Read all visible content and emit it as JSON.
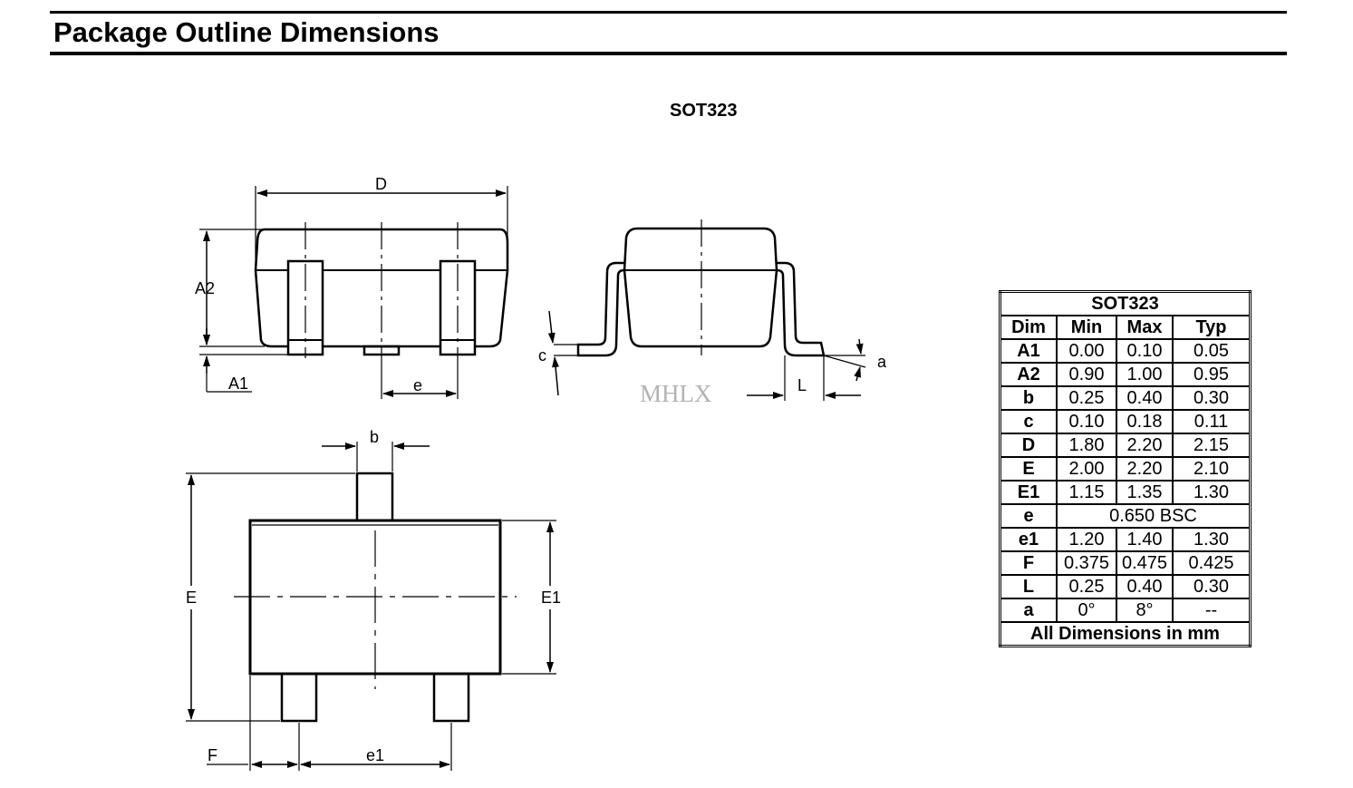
{
  "header": {
    "title": "Package Outline Dimensions"
  },
  "diagram": {
    "title": "SOT323",
    "watermark": "MHLX",
    "labels": {
      "D": "D",
      "A2": "A2",
      "A1": "A1",
      "e": "e",
      "c": "c",
      "L": "L",
      "a": "a",
      "b": "b",
      "E": "E",
      "E1": "E1",
      "F": "F",
      "e1": "e1"
    }
  },
  "table": {
    "title": "SOT323",
    "columns": [
      "Dim",
      "Min",
      "Max",
      "Typ"
    ],
    "rows": [
      {
        "dim": "A1",
        "min": "0.00",
        "max": "0.10",
        "typ": "0.05"
      },
      {
        "dim": "A2",
        "min": "0.90",
        "max": "1.00",
        "typ": "0.95"
      },
      {
        "dim": "b",
        "min": "0.25",
        "max": "0.40",
        "typ": "0.30"
      },
      {
        "dim": "c",
        "min": "0.10",
        "max": "0.18",
        "typ": "0.11"
      },
      {
        "dim": "D",
        "min": "1.80",
        "max": "2.20",
        "typ": "2.15"
      },
      {
        "dim": "E",
        "min": "2.00",
        "max": "2.20",
        "typ": "2.10"
      },
      {
        "dim": "E1",
        "min": "1.15",
        "max": "1.35",
        "typ": "1.30"
      },
      {
        "dim": "e",
        "span": "0.650 BSC"
      },
      {
        "dim": "e1",
        "min": "1.20",
        "max": "1.40",
        "typ": "1.30"
      },
      {
        "dim": "F",
        "min": "0.375",
        "max": "0.475",
        "typ": "0.425"
      },
      {
        "dim": "L",
        "min": "0.25",
        "max": "0.40",
        "typ": "0.30"
      },
      {
        "dim": "a",
        "min": "0°",
        "max": "8°",
        "typ": "--"
      }
    ],
    "footer": "All Dimensions in mm"
  }
}
